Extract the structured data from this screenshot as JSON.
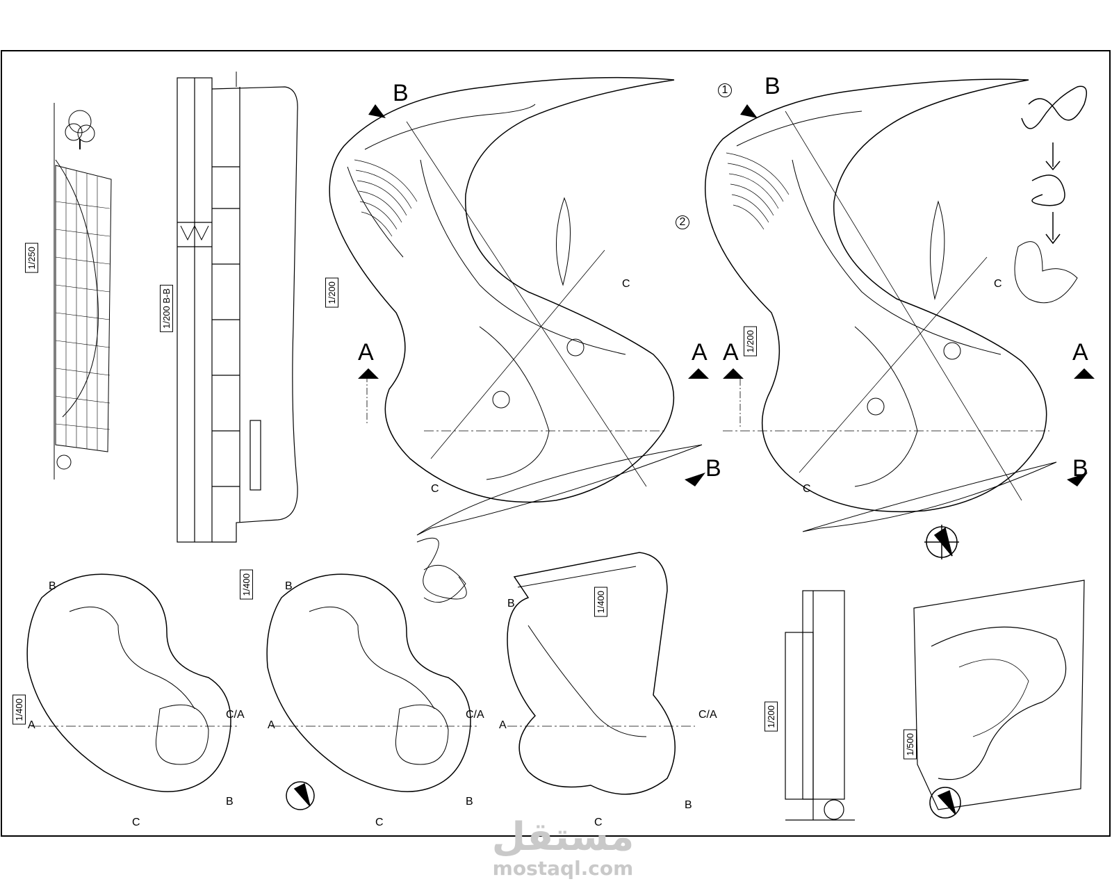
{
  "sheet": {
    "scales": {
      "elevation": "1/250",
      "section_bb": "1/200 B-B",
      "plan_ground_a": "1/200",
      "plan_ground_b": "1/200",
      "plan_basement_a": "1/400",
      "plan_basement_b": "1/400",
      "plan_upper": "1/400",
      "section_small": "1/200",
      "site_plan": "1/500"
    },
    "section_markers": {
      "a": "A",
      "b": "B",
      "c": "C",
      "ca": "C/A"
    },
    "view_markers": {
      "one": "1",
      "two": "2"
    }
  },
  "watermark": {
    "logo": "مستقل",
    "url": "mostaql.com"
  },
  "colors": {
    "ink": "#000000",
    "watermark": "#c9c9c9",
    "accent": "#d23c3c"
  }
}
